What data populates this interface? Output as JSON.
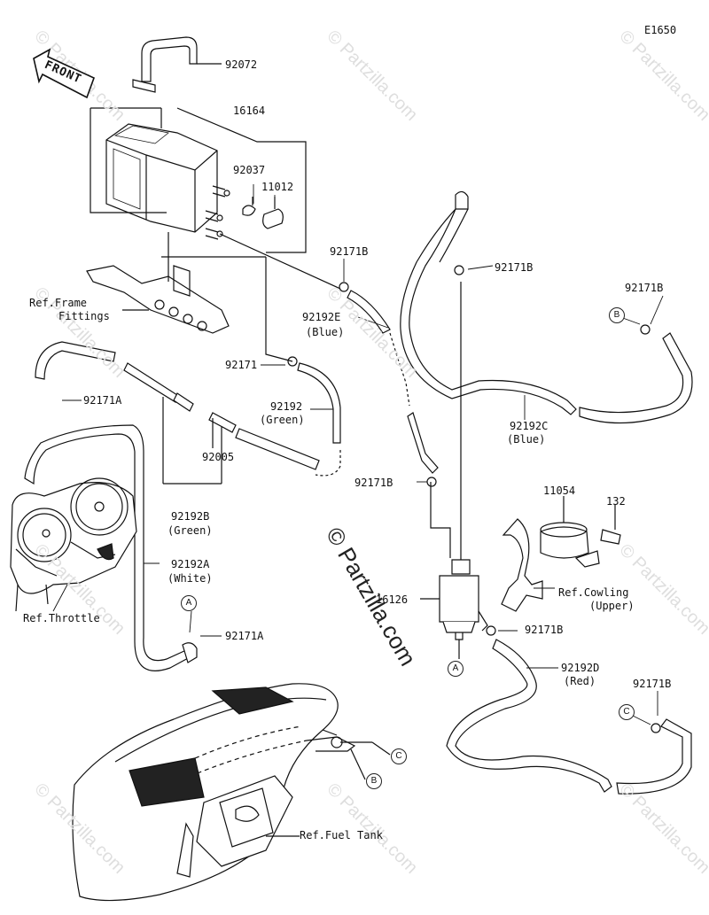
{
  "diagram_code": "E1650",
  "front_label": "FRONT",
  "watermark": "© Partzilla.com",
  "watermark_main": "© Partzilla.com",
  "labels": {
    "p92072": "92072",
    "p16164": "16164",
    "p92037": "92037",
    "p11012": "11012",
    "p92171B_1": "92171B",
    "p92171B_2": "92171B",
    "p92171B_3": "92171B",
    "ref_frame_1": "Ref.Frame",
    "ref_frame_2": "Fittings",
    "p92192E": "92192E",
    "p92192E_color": "(Blue)",
    "p92171A_1": "92171A",
    "p92171": "92171",
    "p92192": "92192",
    "p92192_color": "(Green)",
    "p92192C": "92192C",
    "p92192C_color": "(Blue)",
    "p92005": "92005",
    "p92171B_4": "92171B",
    "p11054": "11054",
    "p132": "132",
    "p92192B": "92192B",
    "p92192B_color": "(Green)",
    "p92192A": "92192A",
    "p92192A_color": "(White)",
    "ref_cowling_1": "Ref.Cowling",
    "ref_cowling_2": "(Upper)",
    "p16126": "16126",
    "ref_throttle": "Ref.Throttle",
    "p92171A_2": "92171A",
    "p92171B_5": "92171B",
    "p92192D": "92192D",
    "p92192D_color": "(Red)",
    "p92171B_6": "92171B",
    "ref_fuel_tank": "Ref.Fuel Tank"
  },
  "markers": {
    "A1": "A",
    "A2": "A",
    "B1": "B",
    "B2": "B",
    "C1": "C",
    "C2": "C"
  }
}
